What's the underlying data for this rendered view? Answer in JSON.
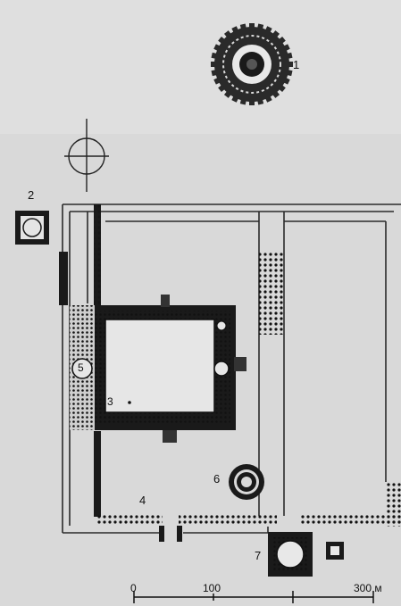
{
  "labels": {
    "l1": "1",
    "l2": "2",
    "l3": "3",
    "l4": "4",
    "l5": "5",
    "l6": "6",
    "l7": "7"
  },
  "scale": {
    "t0": "0",
    "t100": "100",
    "t300": "300 м"
  },
  "colors": {
    "paper": "#d9d9d9",
    "wall": "#1a1a1a",
    "line": "#2a2a2a",
    "dot": "#111111"
  }
}
